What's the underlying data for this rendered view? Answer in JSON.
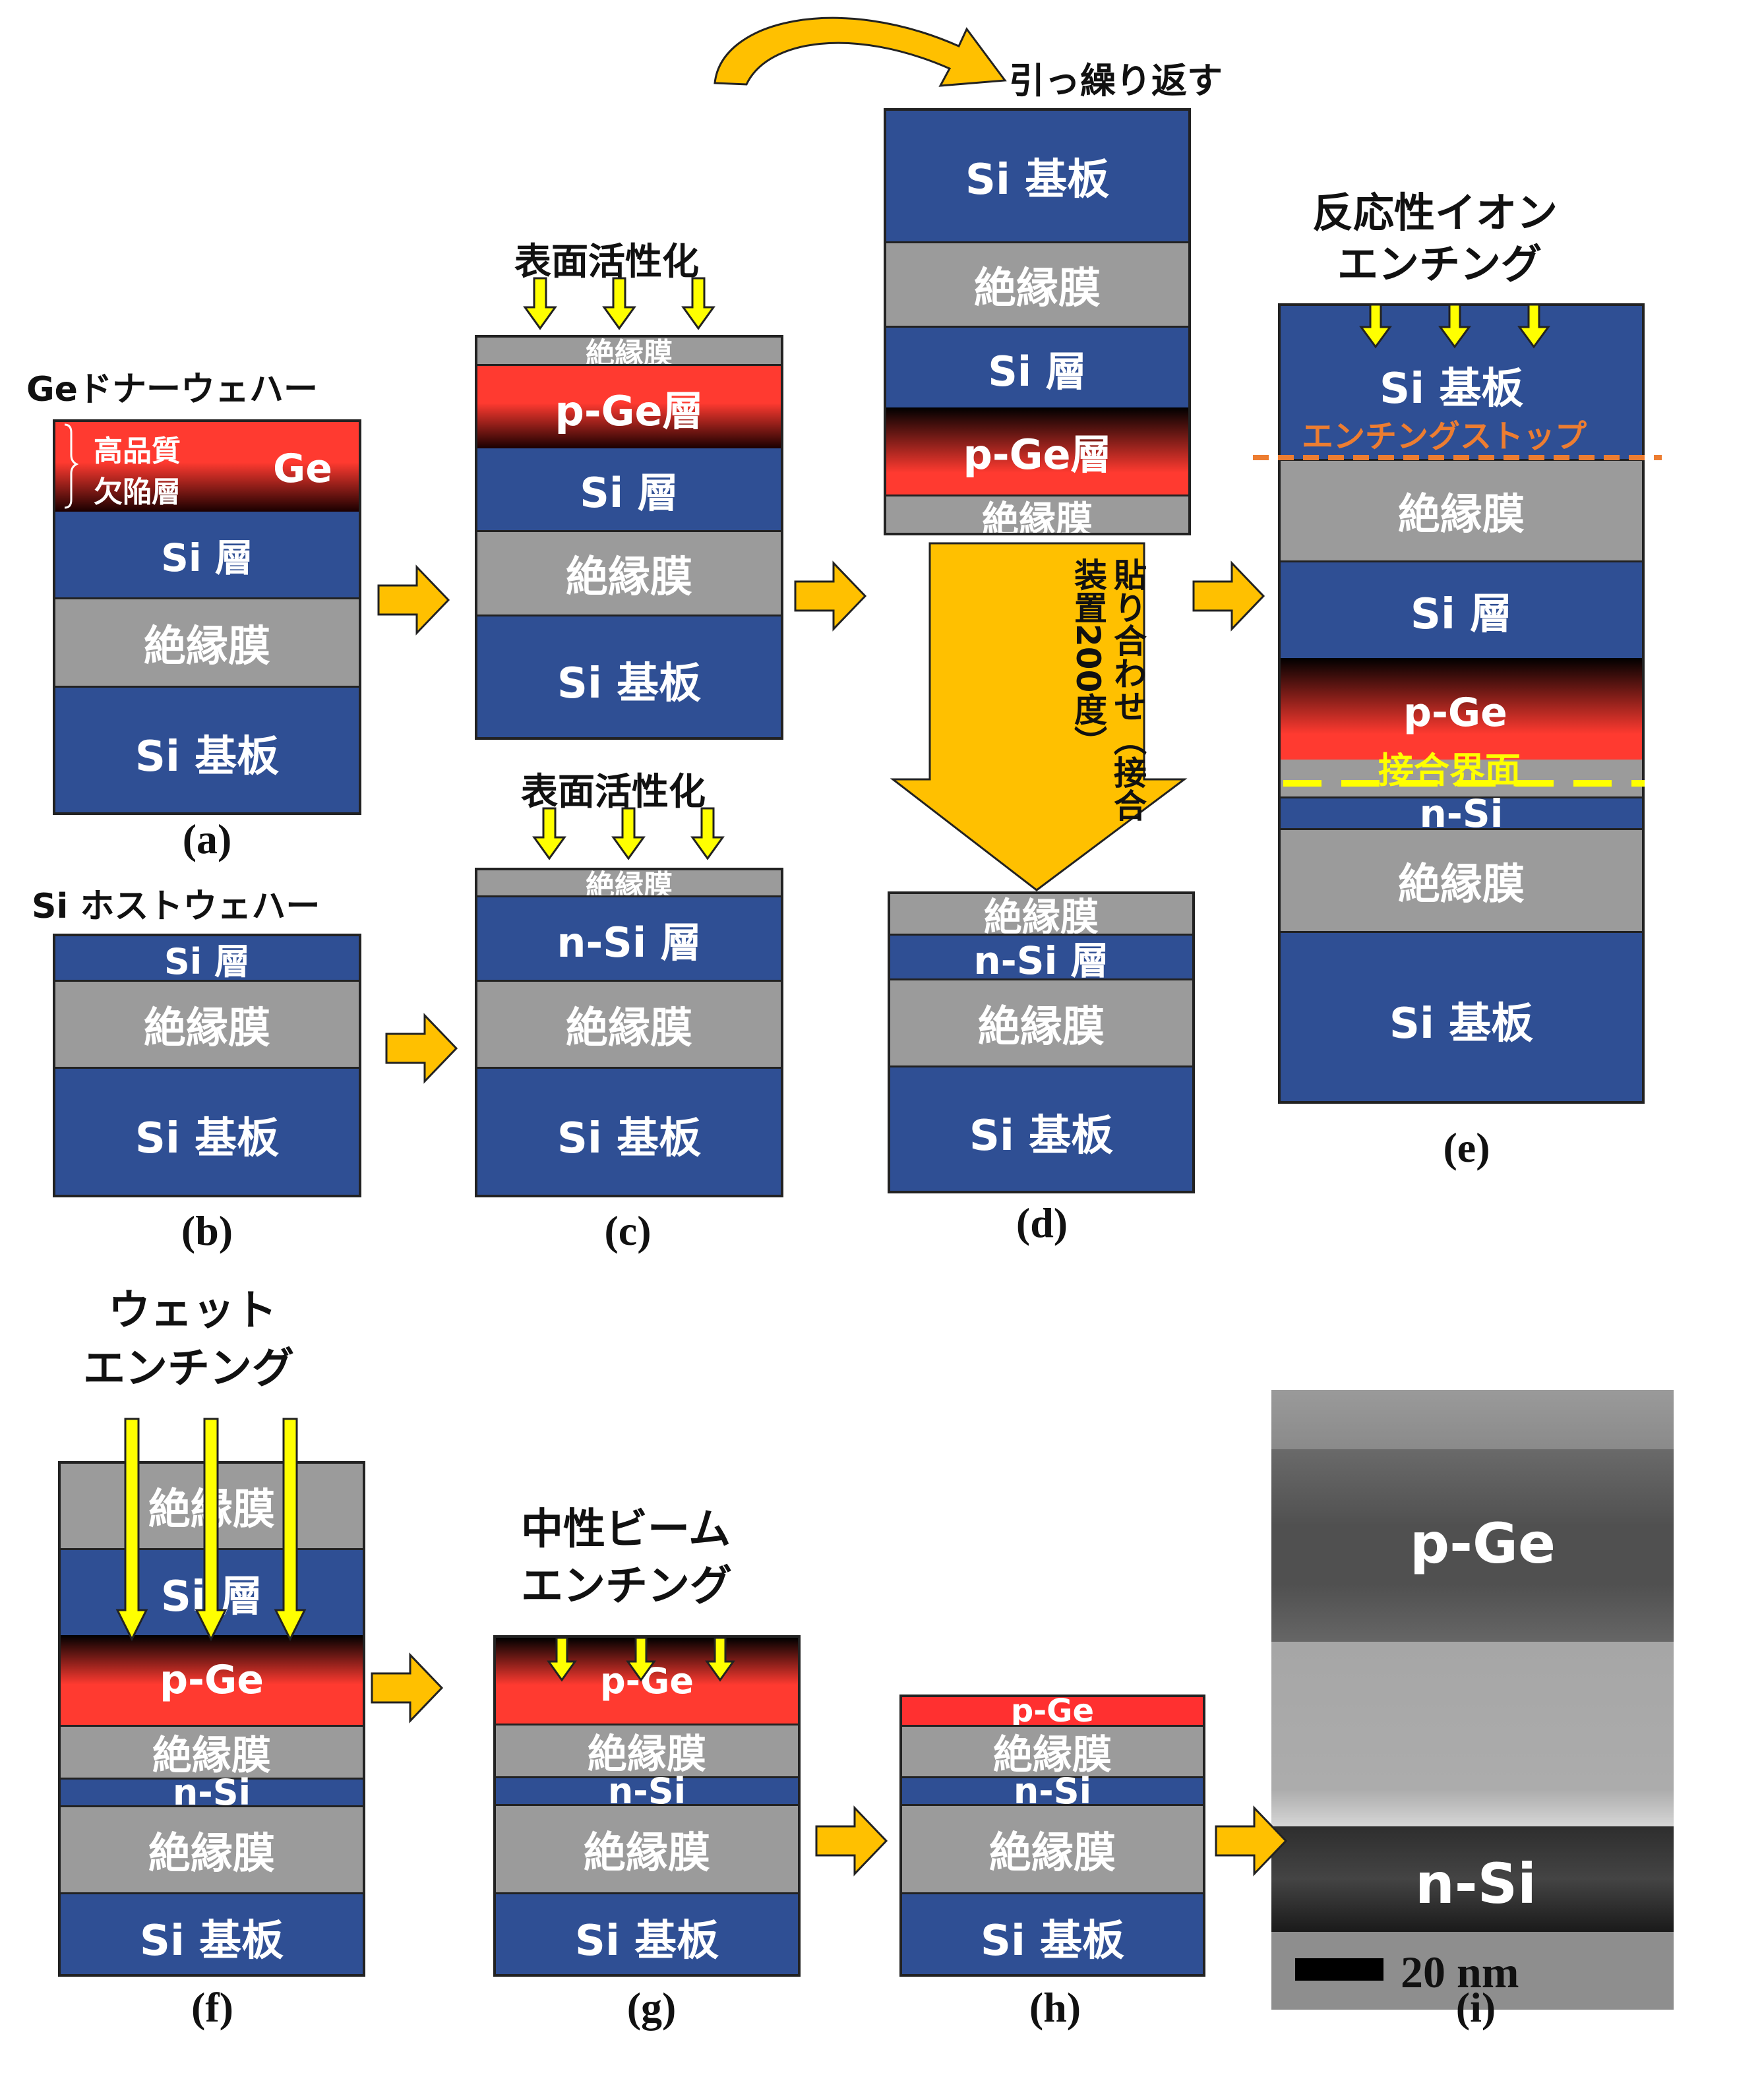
{
  "captions": {
    "a": "(a)",
    "b": "(b)",
    "c": "(c)",
    "d": "(d)",
    "e": "(e)",
    "f": "(f)",
    "g": "(g)",
    "h": "(h)",
    "i": "(i)"
  },
  "a": {
    "title": "Geドナーウェハー",
    "hq": "高品質",
    "defect": "欠陥層",
    "ge": "Ge",
    "si_layer": "Si 層",
    "insulator": "絶縁膜",
    "substrate": "Si 基板"
  },
  "b": {
    "title": "Si  ホストウェハー",
    "si_layer": "Si 層",
    "insulator": "絶縁膜",
    "substrate": "Si 基板"
  },
  "c_top": {
    "title": "表面活性化",
    "insulator_thin": "絶縁膜",
    "pge": "p-Ge層",
    "si_layer": "Si 層",
    "insulator": "絶縁膜",
    "substrate": "Si 基板"
  },
  "c_bot": {
    "title": "表面活性化",
    "insulator_thin": "絶縁膜",
    "nsi": "n-Si 層",
    "insulator": "絶縁膜",
    "substrate": "Si 基板"
  },
  "d_top": {
    "repeat": "引っ繰り返す",
    "substrate": "Si 基板",
    "insulator": "絶縁膜",
    "si_layer": "Si 層",
    "pge": "p-Ge層",
    "insulator_thin": "絶縁膜"
  },
  "d_bond": {
    "text": "貼り合わせ（接合装置200度）"
  },
  "d_bot": {
    "insulator_thin": "絶縁膜",
    "nsi": "n-Si 層",
    "insulator": "絶縁膜",
    "substrate": "Si 基板"
  },
  "e": {
    "title1": "反応性イオン",
    "title2": "エンチング",
    "substrate_top": "Si 基板",
    "etch_stop": "エンチングストップ",
    "insulator1": "絶縁膜",
    "si_layer": "Si 層",
    "pge": "p-Ge",
    "interface": "接合界面",
    "nsi": "n-Si",
    "insulator2": "絶縁膜",
    "substrate": "Si 基板"
  },
  "f": {
    "title1": "ウェット",
    "title2": "エンチング",
    "insulator1": "絶縁膜",
    "si_layer": "Si 層",
    "pge": "p-Ge",
    "insulator2": "絶縁膜",
    "nsi": "n-Si",
    "insulator3": "絶縁膜",
    "substrate": "Si 基板"
  },
  "g": {
    "title1": "中性ビーム",
    "title2": "エンチング",
    "pge": "p-Ge",
    "insulator1": "絶縁膜",
    "nsi": "n-Si",
    "insulator2": "絶縁膜",
    "substrate": "Si 基板"
  },
  "h": {
    "pge": "p-Ge",
    "insulator1": "絶縁膜",
    "nsi": "n-Si",
    "insulator2": "絶縁膜",
    "substrate": "Si 基板"
  },
  "i": {
    "pge": "p-Ge",
    "nsi": "n-Si",
    "scale": "20 nm"
  },
  "colors": {
    "si": "#2f4f94",
    "insulator": "#9b9b9b",
    "ge": "#ff3030",
    "arrow": "#ffc000",
    "activation": "#ffff00",
    "etch_stop": "#ed7d31"
  }
}
